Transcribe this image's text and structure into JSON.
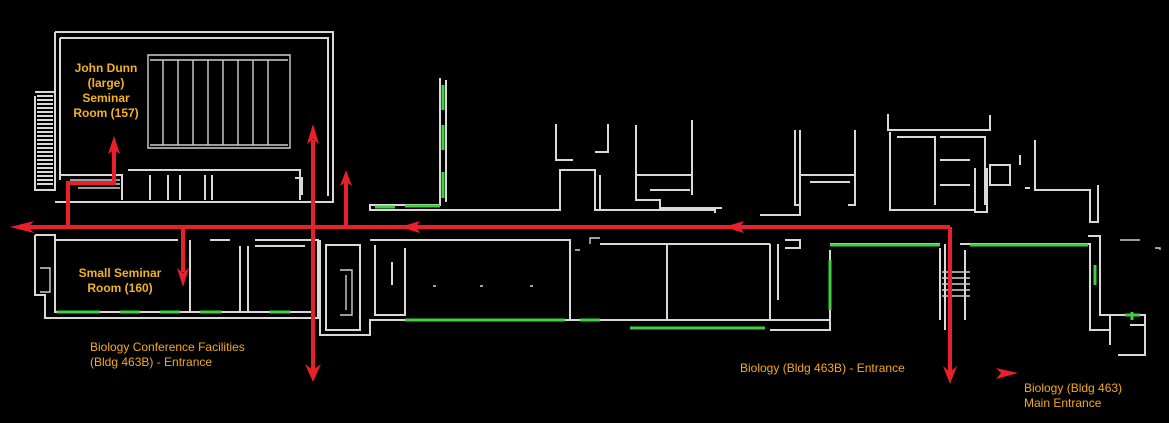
{
  "map": {
    "labels": {
      "john_dunn_room": [
        "John Dunn",
        "(large)",
        "Seminar",
        "Room (157)"
      ],
      "small_seminar_room": [
        "Small Seminar",
        "Room (160)"
      ],
      "conference_entrance": [
        "Biology Conference Facilities",
        "(Bldg 463B) - Entrance"
      ],
      "bldg_463b_entrance": [
        "Biology (Bldg 463B) - Entrance"
      ],
      "main_entrance": [
        "Biology (Bldg 463)",
        "Main Entrance"
      ]
    },
    "colors": {
      "background": "#000000",
      "walls": "#d9d9d9",
      "glazing": "#3fcf3f",
      "route": "#e8202a",
      "label_text": "#f3a91b"
    }
  }
}
